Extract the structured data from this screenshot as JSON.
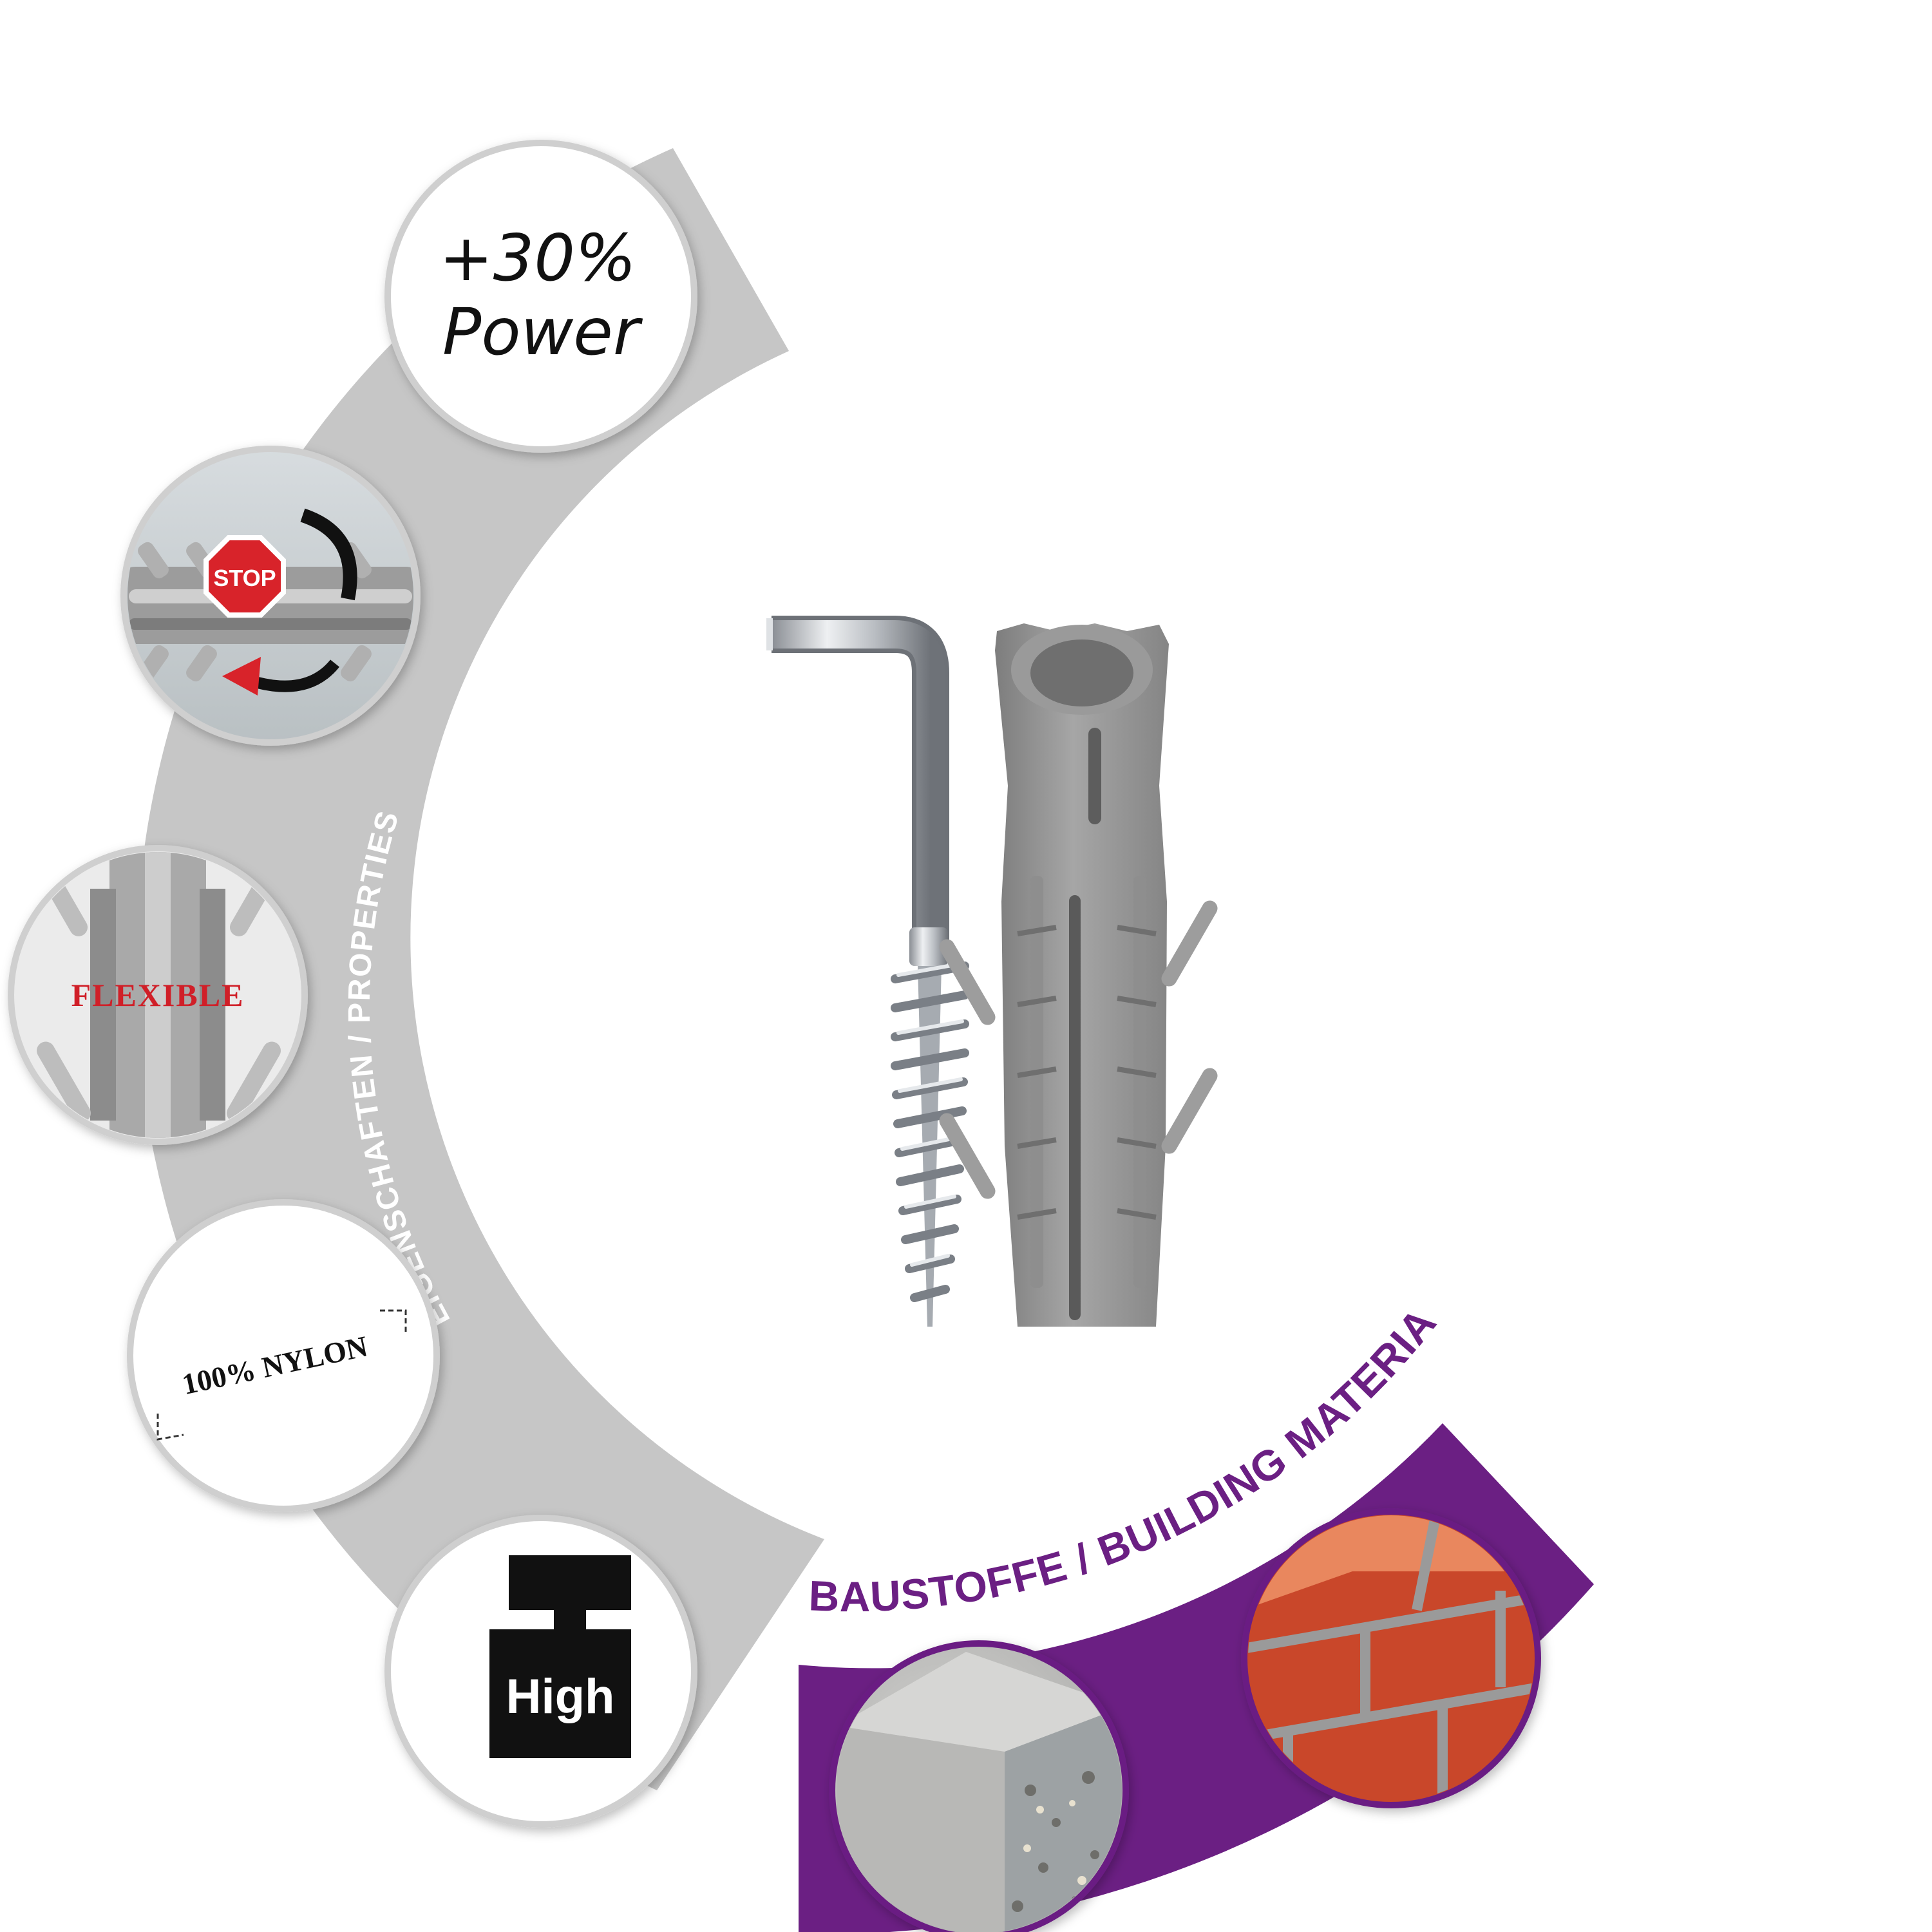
{
  "properties_label": "EIGENSCHAFTEN / PROPERTIES",
  "materials_label": "BAUSTOFFE / BUILDING MATERIALS",
  "features": {
    "power_line1": "+30%",
    "power_line2": "Power",
    "stop": "STOP",
    "flexible": "FLEXIBLE",
    "nylon": "100% NYLON",
    "load": "High"
  },
  "colors": {
    "arc_gray": "#c6c6c6",
    "purple": "#6b1f83",
    "stop_red": "#d8232a",
    "flexible_red": "#d01f28",
    "brick": "#c9472a",
    "nylon_gray": "#9a9a9a",
    "steel": "#b8bcc2"
  }
}
